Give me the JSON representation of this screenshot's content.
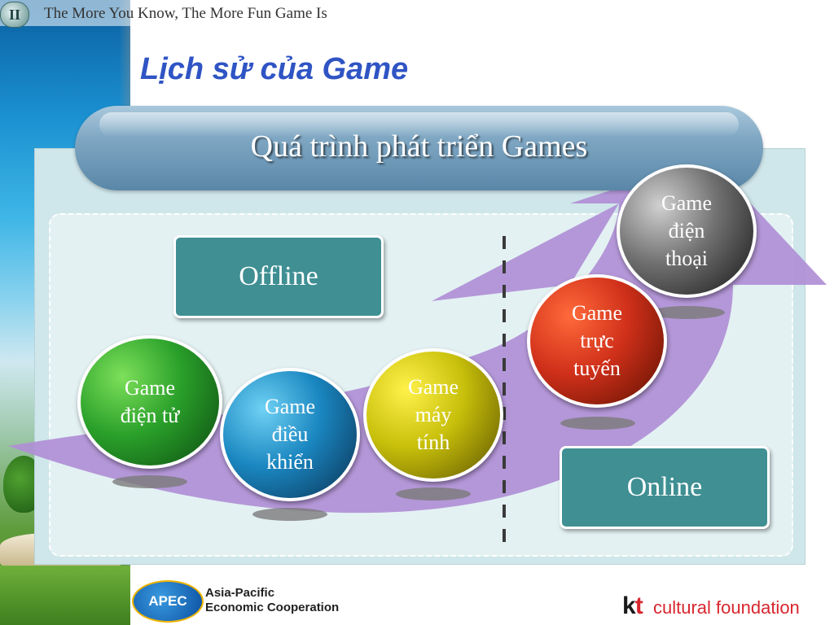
{
  "header": {
    "chapter_badge": "II",
    "tagline": "The More You Know, The More Fun Game Is"
  },
  "slide": {
    "title": "Lịch sử của Game",
    "banner": "Quá trình phát triển Games"
  },
  "categories": {
    "offline": "Offline",
    "online": "Online"
  },
  "games": [
    {
      "label": "Game\nđiện tử",
      "color": "#2aa02a"
    },
    {
      "label": "Game\nđiều\nkhiển",
      "color": "#1a86c0"
    },
    {
      "label": "Game\nmáy\ntính",
      "color": "#c7bf0a"
    },
    {
      "label": "Game\ntrực\ntuyến",
      "color": "#d0301a"
    },
    {
      "label": "Game\nđiện\nthoại",
      "color": "#707070"
    }
  ],
  "footer": {
    "apec_logo": "APEC",
    "apec_line1": "Asia-Pacific",
    "apec_line2": "Economic Cooperation",
    "kt_mark_k": "k",
    "kt_mark_t": "t",
    "kt_name": "cultural foundation"
  },
  "colors": {
    "title": "#2f54c4",
    "arrow": "#b08fd6",
    "category_box": "#3f8f93",
    "kt_red": "#d8262e"
  }
}
